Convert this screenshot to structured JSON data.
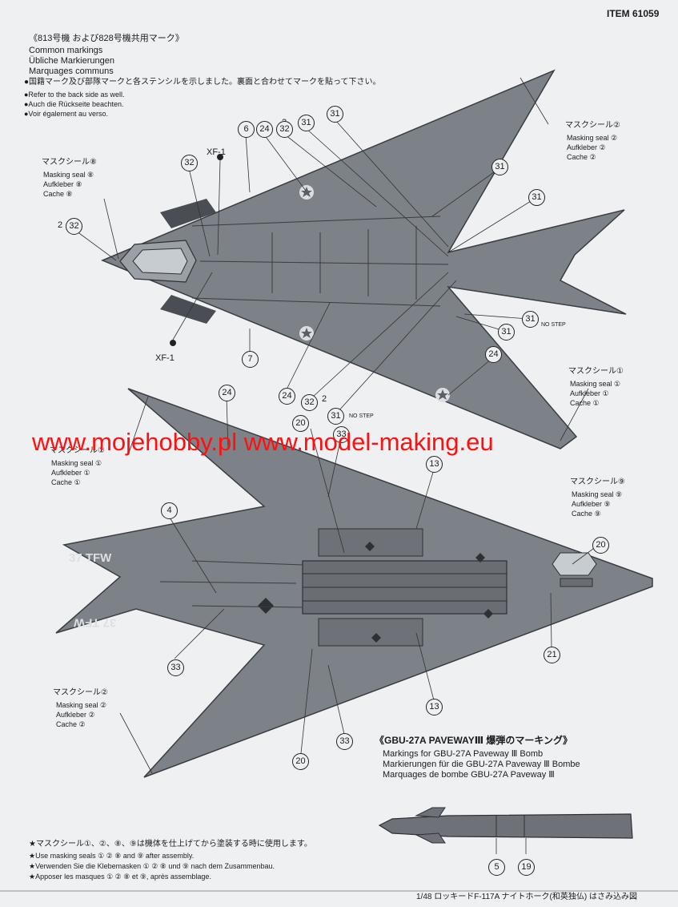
{
  "header": {
    "item_no": "ITEM 61059"
  },
  "common": {
    "title_jp": "《813号機 および828号機共用マーク》",
    "lines": [
      "Common markings",
      "Übliche Markierungen",
      "Marquages communs"
    ],
    "note_jp": "●国籍マーク及び部隊マークと各ステンシルを示しました。裏面と合わせてマークを貼って下さい。",
    "notes": [
      "●Refer to the back side as well.",
      "●Auch die Rückseite beachten.",
      "●Voir également au verso."
    ]
  },
  "seals": [
    {
      "jp": "マスクシール②",
      "en": "Masking seal ②",
      "de": "Aufkleber ②",
      "fr": "Cache ②"
    },
    {
      "jp": "マスクシール⑧",
      "en": "Masking seal ⑧",
      "de": "Aufkleber ⑧",
      "fr": "Cache ⑧"
    },
    {
      "jp": "マスクシール①",
      "en": "Masking seal ①",
      "de": "Aufkleber ①",
      "fr": "Cache ①"
    },
    {
      "jp": "マスクシール①",
      "en": "Masking seal ①",
      "de": "Aufkleber ①",
      "fr": "Cache ①"
    },
    {
      "jp": "マスクシール⑨",
      "en": "Masking seal ⑨",
      "de": "Aufkleber ⑨",
      "fr": "Cache ⑨"
    },
    {
      "jp": "マスクシール②",
      "en": "Masking seal ②",
      "de": "Aufkleber ②",
      "fr": "Cache ②"
    }
  ],
  "xf": "XF-1",
  "unit_code": "37 TFW",
  "small_numeral": "2",
  "stencils": {
    "no_step": "NO STEP"
  },
  "callouts": [
    "6",
    "24",
    "32",
    "31",
    "31",
    "31",
    "31",
    "32",
    "32",
    "31",
    "31",
    "24",
    "7",
    "24",
    "32",
    "31",
    "33",
    "20",
    "13",
    "24",
    "4",
    "33",
    "20",
    "21",
    "13",
    "33",
    "20",
    "5",
    "19"
  ],
  "watermark": "www.mojehobby.pl www.model-making.eu",
  "gbu": {
    "title": "《GBU-27A PAVEWAYⅢ 爆弾のマーキング》",
    "lines": [
      "Markings for GBU-27A Paveway Ⅲ Bomb",
      "Markierungen für die GBU-27A Paveway Ⅲ Bombe",
      "Marquages de bombe GBU-27A Paveway Ⅲ"
    ]
  },
  "footer_notes": [
    "★マスクシール①、②、⑧、⑨は機体を仕上げてから塗装する時に使用します。",
    "★Use masking seals ① ② ⑧ and ⑨ after assembly.",
    "★Verwenden Sie die Klebemasken ① ② ⑧ und ⑨ nach dem Zusammenbau.",
    "★Apposer les masques ① ② ⑧ et ⑨, après assemblage."
  ],
  "footer": "1/48 ロッキードF-117A ナイトホーク(和英独仏) はさみ込み図",
  "colors": {
    "aircraft": "#7d8288",
    "aircraft_dark": "#5c6066",
    "watermark": "#ff1010",
    "paper": "#eef0f2"
  }
}
